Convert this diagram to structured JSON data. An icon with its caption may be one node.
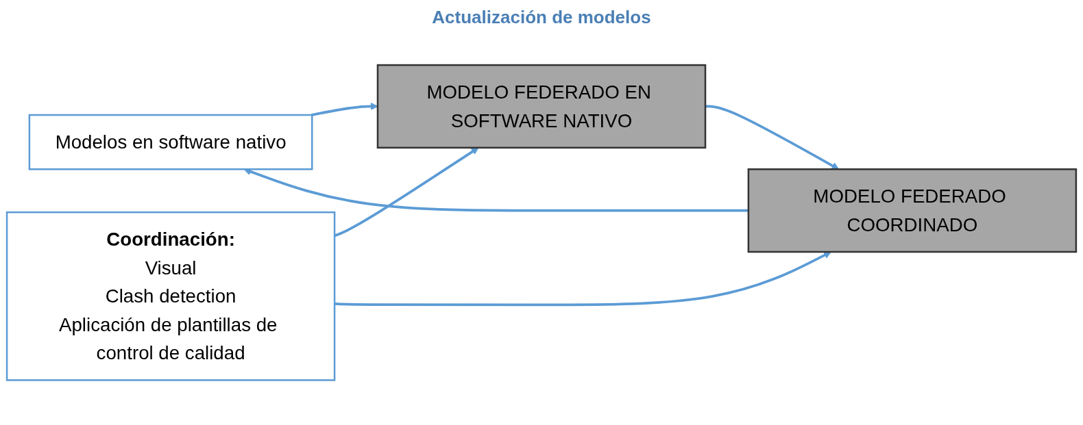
{
  "diagram": {
    "title": "Actualización de modelos",
    "nodes": [
      {
        "text": [
          "Modelos en software nativo"
        ]
      },
      {
        "text": [
          "MODELO FEDERADO EN SOFTWARE NATIVO"
        ]
      },
      {
        "text": [
          "Coordinación:",
          "Visual",
          "Clash detection",
          "Aplicación de plantillas de control de calidad"
        ]
      },
      {
        "text": [
          "MODELO FEDERADO COORDINADO"
        ]
      }
    ],
    "edges": [
      {
        "from": 3,
        "to": 0,
        "arrow": "to"
      },
      {
        "from": 0,
        "to": 1,
        "arrow": "to"
      },
      {
        "from": 2,
        "to": 1,
        "arrow": "to"
      },
      {
        "from": 1,
        "to": 3,
        "arrow": "to"
      },
      {
        "from": 2,
        "to": 3,
        "arrow": "to"
      }
    ]
  }
}
